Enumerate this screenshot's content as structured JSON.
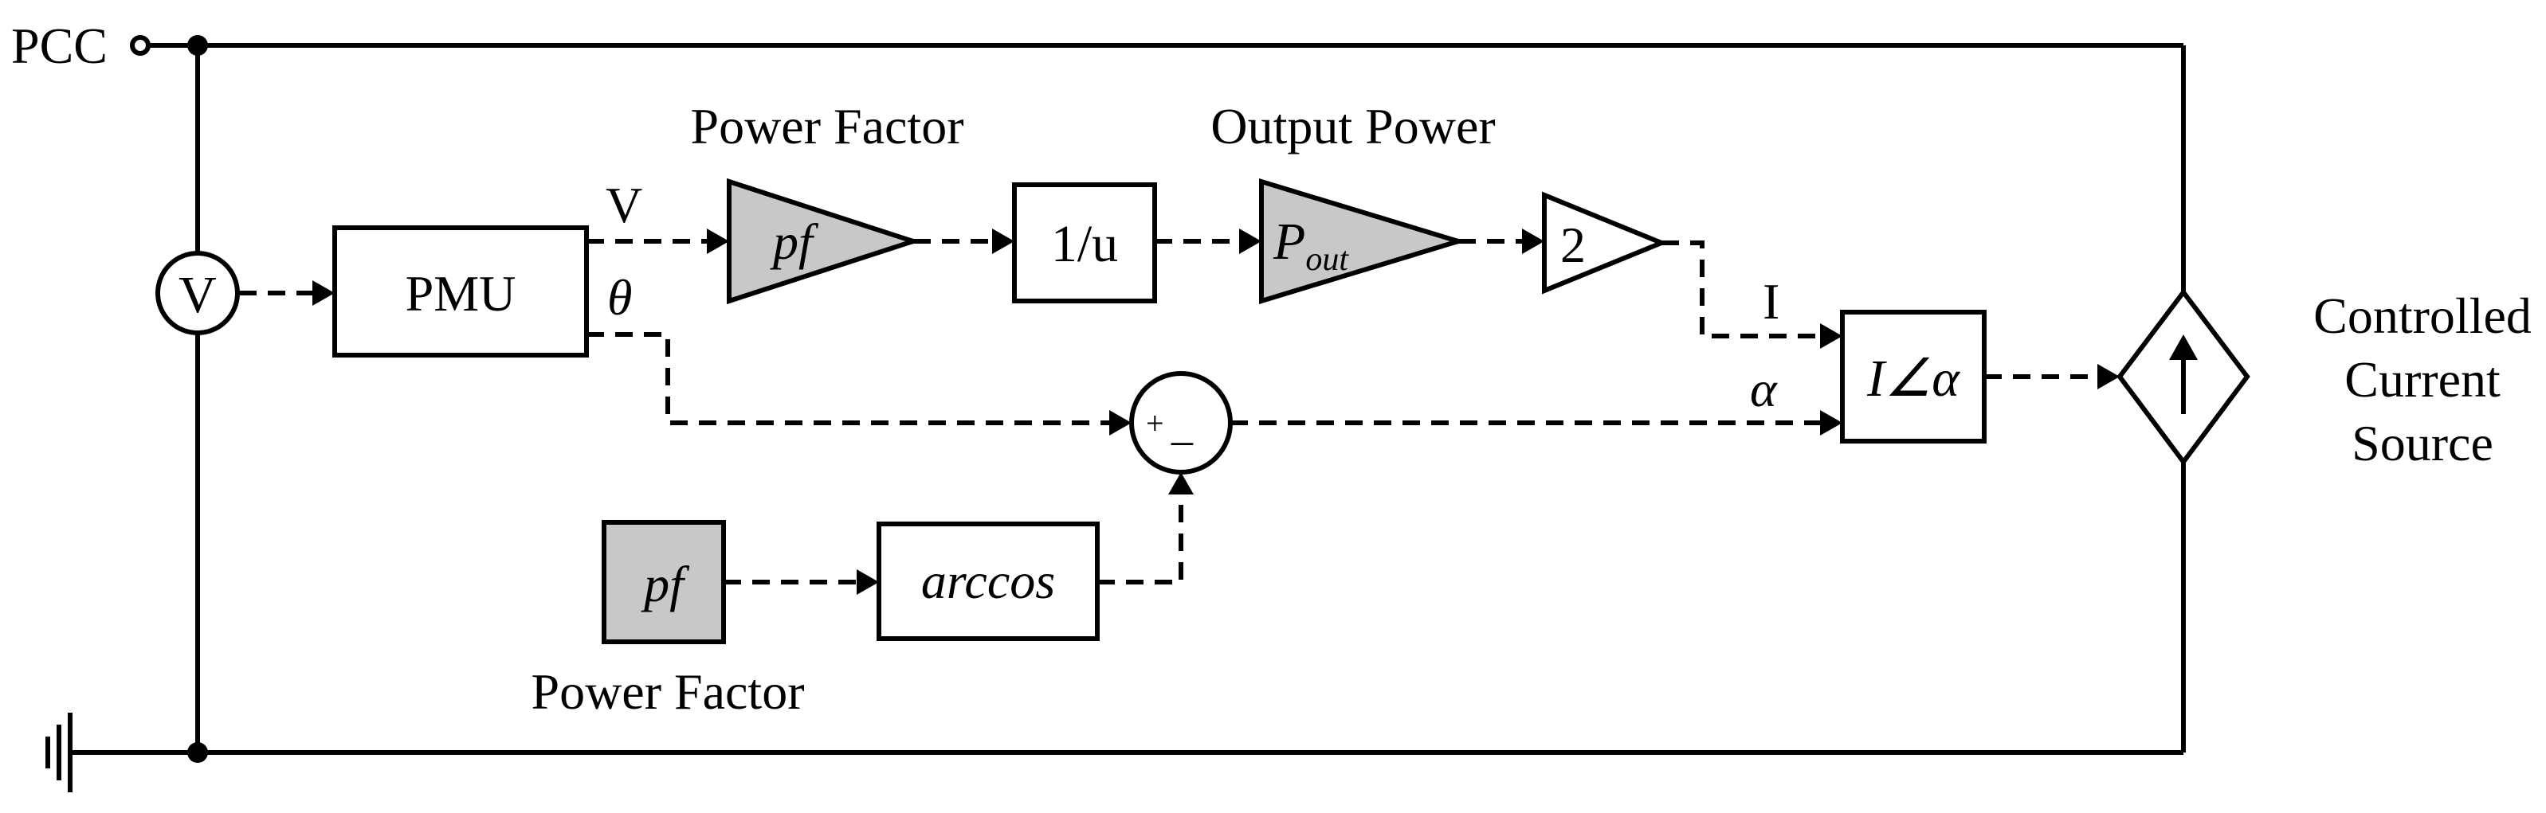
{
  "labels": {
    "pcc": "PCC",
    "voltmeter": "V",
    "pmu": "PMU",
    "v_signal": "V",
    "theta_signal": "θ",
    "power_factor_top": "Power Factor",
    "pf_gain_top": "pf",
    "inverse": "1/u",
    "output_power": "Output Power",
    "pout_p": "P",
    "pout_sub": "out",
    "gain_two": "2",
    "i_signal": "I",
    "alpha_signal": "α",
    "polar_block": "I∠α",
    "sum_plus": "+",
    "sum_minus": "_",
    "pf_constant": "pf",
    "arccos": "arccos",
    "power_factor_bottom": "Power Factor",
    "controlled_1": "Controlled",
    "controlled_2": "Current",
    "controlled_3": "Source"
  }
}
